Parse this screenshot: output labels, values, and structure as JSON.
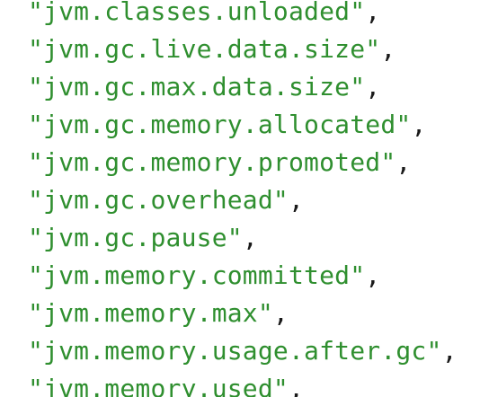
{
  "code": {
    "lines": [
      {
        "string": "\"jvm.classes.unloaded\"",
        "punct": ","
      },
      {
        "string": "\"jvm.gc.live.data.size\"",
        "punct": ","
      },
      {
        "string": "\"jvm.gc.max.data.size\"",
        "punct": ","
      },
      {
        "string": "\"jvm.gc.memory.allocated\"",
        "punct": ","
      },
      {
        "string": "\"jvm.gc.memory.promoted\"",
        "punct": ","
      },
      {
        "string": "\"jvm.gc.overhead\"",
        "punct": ","
      },
      {
        "string": "\"jvm.gc.pause\"",
        "punct": ","
      },
      {
        "string": "\"jvm.memory.committed\"",
        "punct": ","
      },
      {
        "string": "\"jvm.memory.max\"",
        "punct": ","
      },
      {
        "string": "\"jvm.memory.usage.after.gc\"",
        "punct": ","
      },
      {
        "string": "\"jvm.memory.used\"",
        "punct": ","
      }
    ]
  },
  "colors": {
    "string": "#2f8f2f",
    "punctuation": "#1a1a1a",
    "background": "#ffffff"
  }
}
